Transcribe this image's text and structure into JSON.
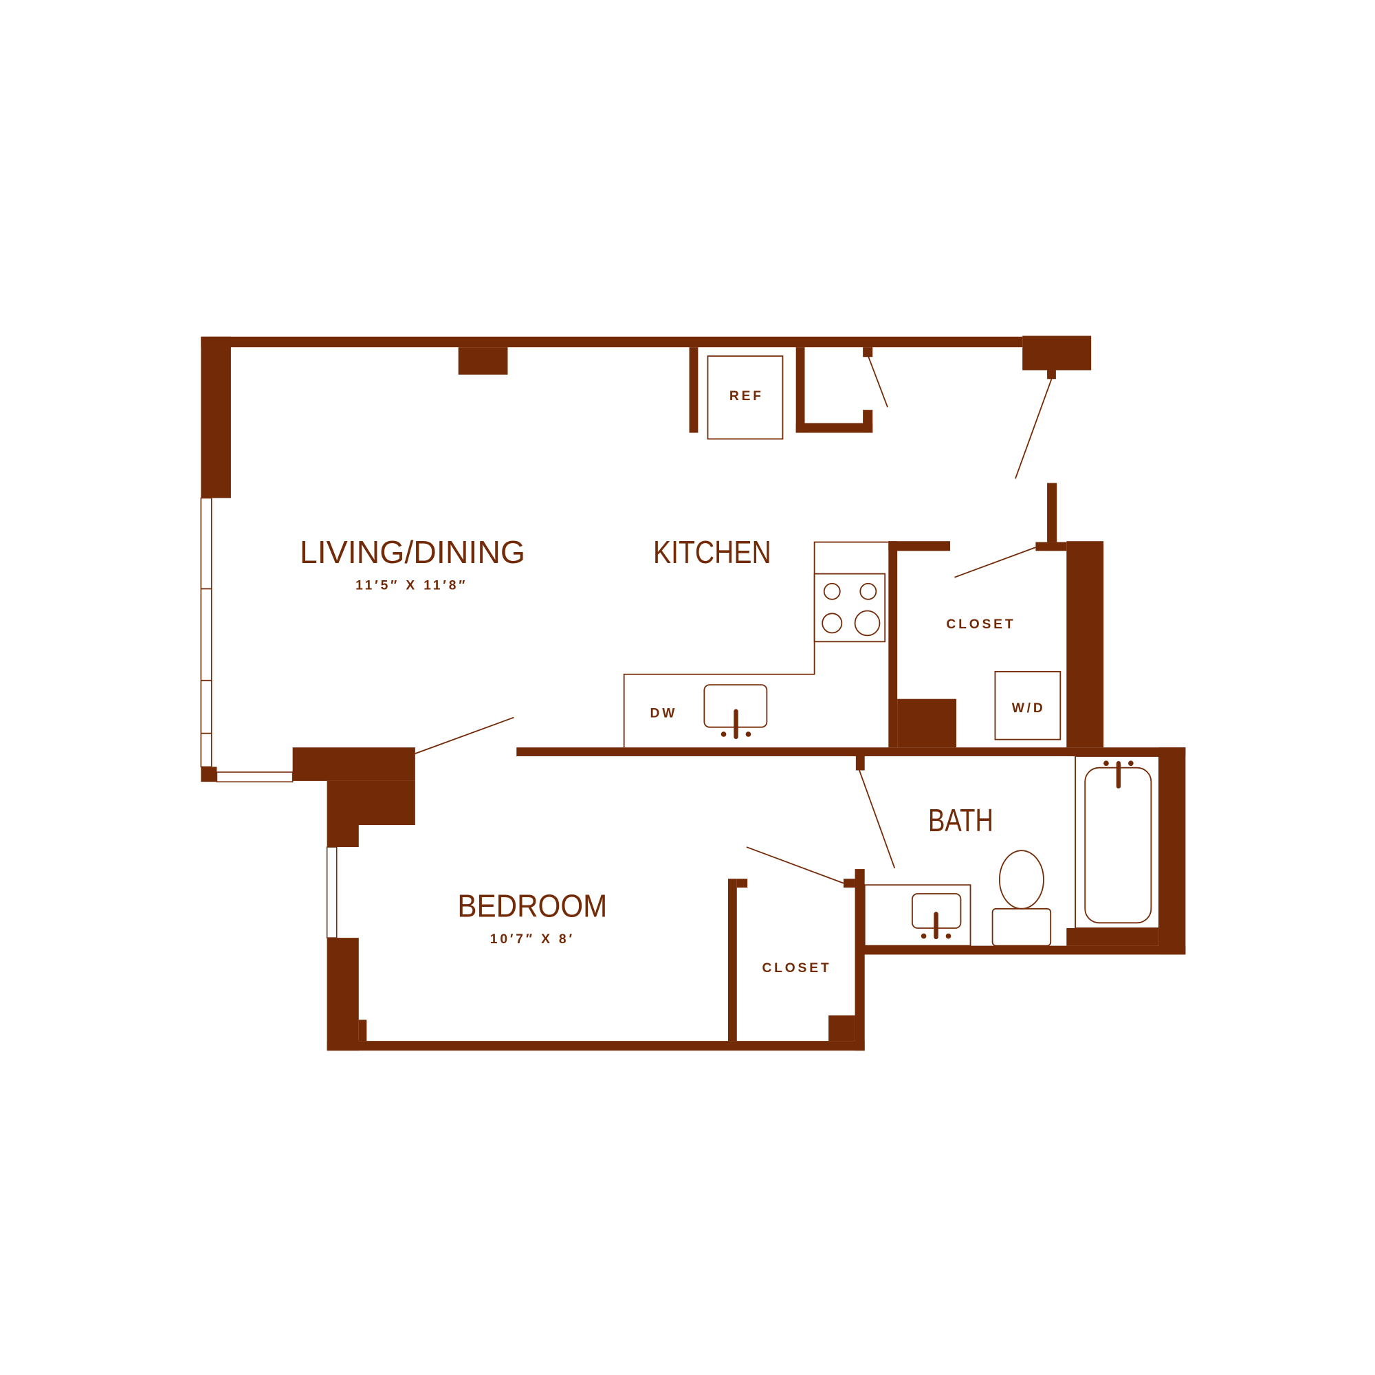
{
  "colors": {
    "wall": "#722a07",
    "background": "#ffffff"
  },
  "rooms": {
    "living": {
      "name": "LIVING/DINING",
      "dims": "11′5″ X 11′8″"
    },
    "kitchen": {
      "name": "KITCHEN"
    },
    "bedroom": {
      "name": "BEDROOM",
      "dims": "10′7″ X 8′"
    },
    "bath": {
      "name": "BATH"
    },
    "closet_hall": {
      "name": "CLOSET"
    },
    "closet_bedroom": {
      "name": "CLOSET"
    }
  },
  "fixtures": {
    "ref": "REF",
    "dw": "DW",
    "wd": "W/D"
  }
}
